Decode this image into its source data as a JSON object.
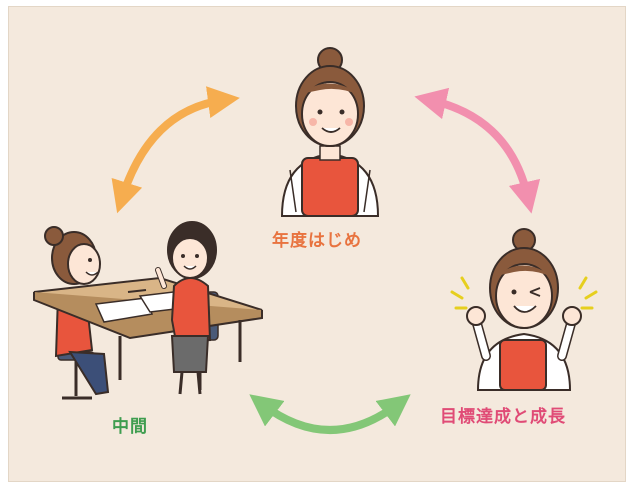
{
  "labels": {
    "start": "年度はじめ",
    "middle": "中間",
    "goal": "目標達成と成長"
  },
  "colors": {
    "background": "#f4e9dd",
    "arrow_orange": "#f6ad4f",
    "arrow_pink": "#f28fae",
    "arrow_green": "#83c777",
    "label_start": "#e8733f",
    "label_middle": "#3e9d4f",
    "label_goal": "#e04b76",
    "apron": "#e8553d"
  },
  "icons": [
    "woman-start-illustration",
    "woman-success-illustration",
    "meeting-illustration",
    "arrow-icon"
  ]
}
